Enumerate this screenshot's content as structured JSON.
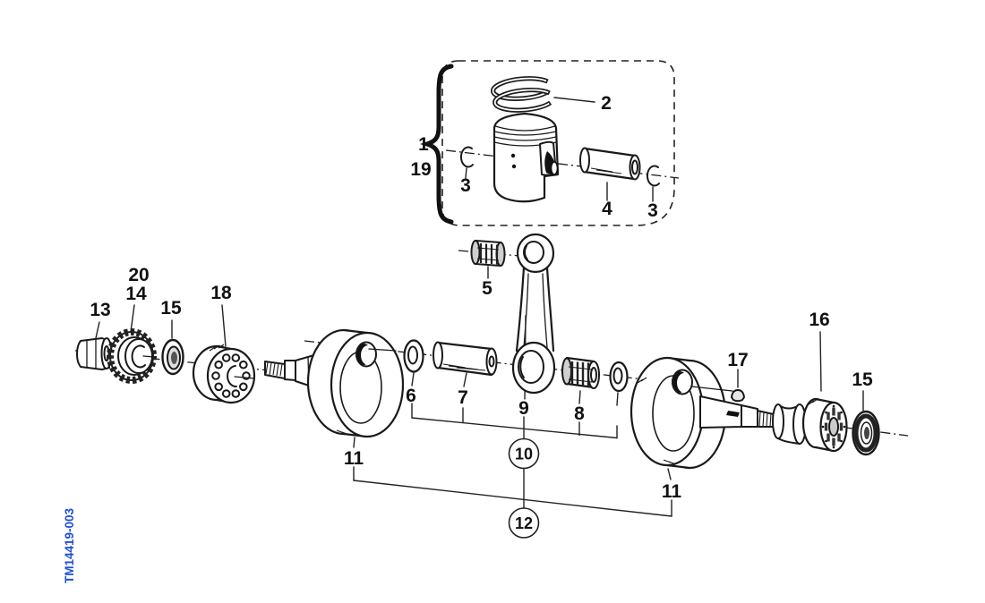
{
  "document": {
    "drawing_code": "TM14419-003",
    "code_color": "#1f4fd8",
    "background": "#ffffff",
    "line_color": "#1a1a1a"
  },
  "diagram": {
    "type": "exploded-parts-diagram",
    "subject": "crankshaft and piston assembly"
  },
  "callouts": {
    "piston_assembly": {
      "primary": "1",
      "alternate": "19"
    },
    "piston_ring_set": "2",
    "circlip_left": "3",
    "piston_pin": "4",
    "circlip_right": "3",
    "small_end_bearing": "5",
    "thrust_washer_left": "6",
    "crank_pin": "7",
    "big_end_bearing": "8",
    "connecting_rod": "9",
    "rod_kit_circled": "10",
    "crank_web_left": "11",
    "crank_web_right": "11",
    "crankshaft_assembly_circled": "12",
    "nut": "13",
    "primary_gear": "14",
    "gear_alternate": "20",
    "seal_left": "15",
    "seal_right": "15",
    "main_bearing_right": "16",
    "woodruff_key": "17",
    "main_bearing_left": "18"
  }
}
